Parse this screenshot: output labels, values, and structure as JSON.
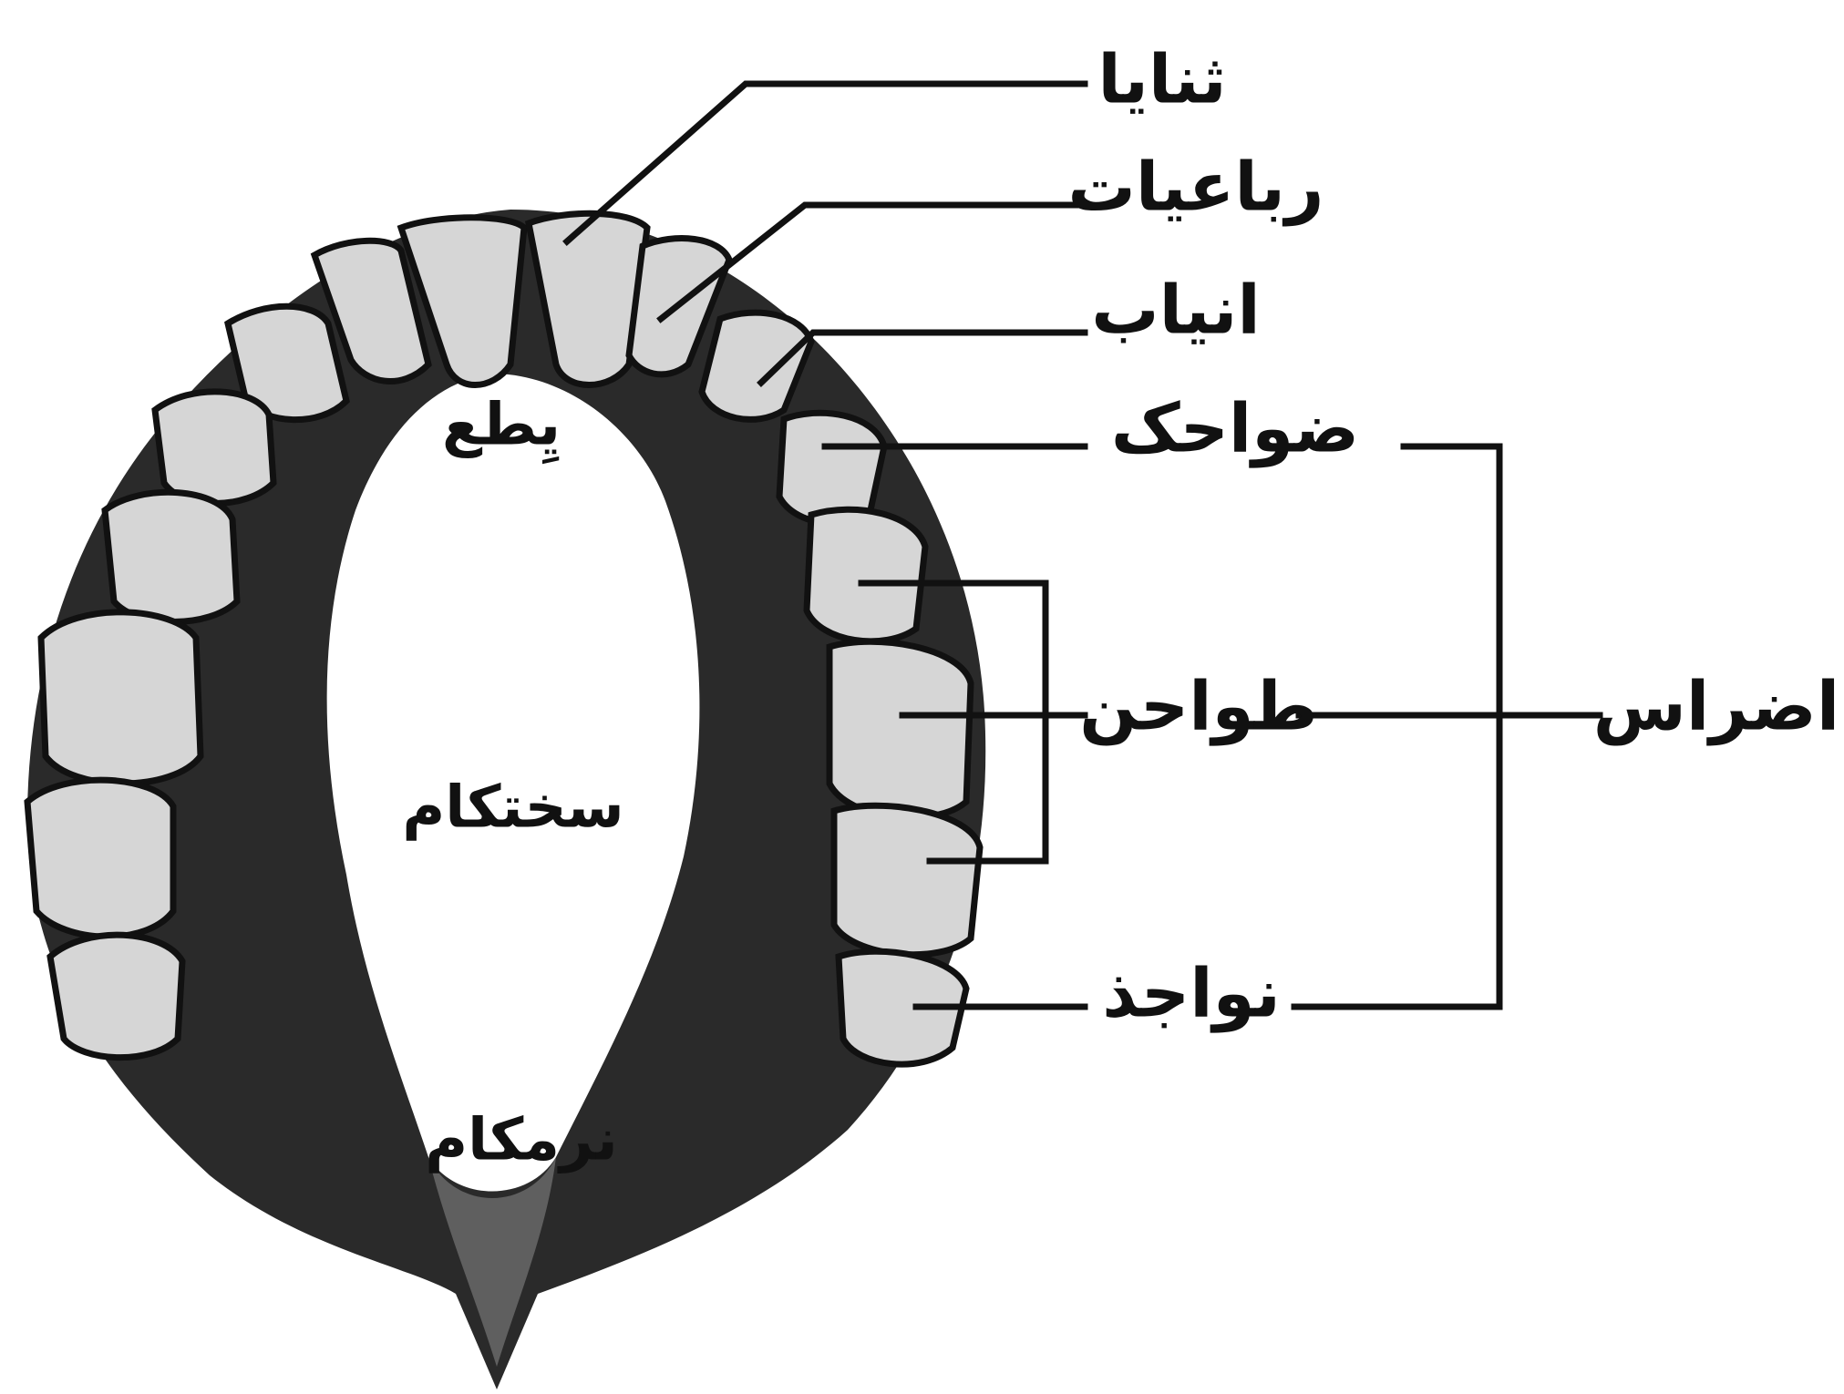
{
  "diagram": {
    "palette": {
      "ink": "#111111",
      "tooth_fill": "#d6d6d6",
      "arch_fill": "#2a2a2a",
      "palate_fill": "#ffffff"
    },
    "labels": {
      "incisors_central": "ثنايا",
      "incisors_lateral": "رباعیات",
      "canines": "انیاب",
      "premolars": "ضواحک",
      "molars": "طواحن",
      "wisdom_teeth": "نواجذ",
      "posterior_teeth_group": "اضراس"
    },
    "inner_labels": {
      "incisive_papilla": "یِطع",
      "hard_palate": "سختکام",
      "soft_palate": "نرمکام"
    }
  }
}
